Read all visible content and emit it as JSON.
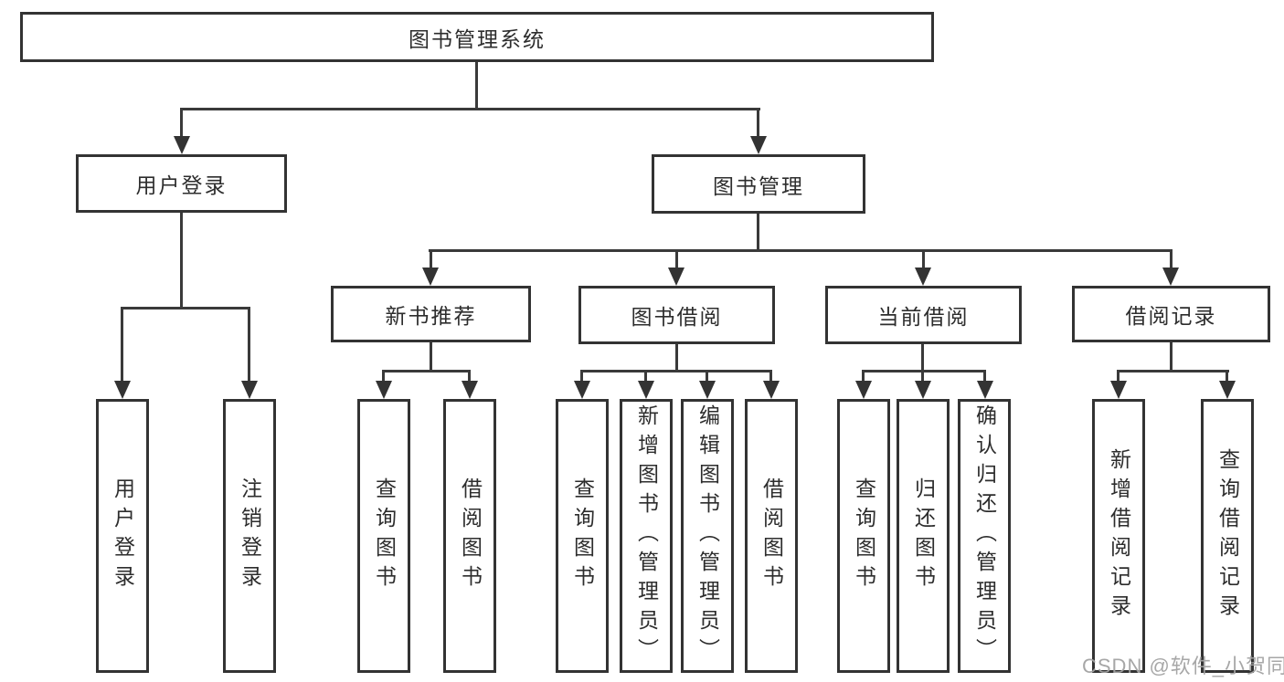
{
  "diagram": {
    "root": {
      "label": "图书管理系统"
    },
    "login": {
      "label": "用户登录",
      "children": [
        {
          "label": "用户登录"
        },
        {
          "label": "注销登录"
        }
      ]
    },
    "management": {
      "label": "图书管理",
      "children": [
        {
          "label": "新书推荐",
          "children": [
            {
              "label": "查询图书"
            },
            {
              "label": "借阅图书"
            }
          ]
        },
        {
          "label": "图书借阅",
          "children": [
            {
              "label": "查询图书"
            },
            {
              "label": "新增图书（管理员）"
            },
            {
              "label": "编辑图书（管理员）"
            },
            {
              "label": "借阅图书"
            }
          ]
        },
        {
          "label": "当前借阅",
          "children": [
            {
              "label": "查询图书"
            },
            {
              "label": "归还图书"
            },
            {
              "label": "确认归还（管理员）"
            }
          ]
        },
        {
          "label": "借阅记录",
          "children": [
            {
              "label": "新增借阅记录"
            },
            {
              "label": "查询借阅记录"
            }
          ]
        }
      ]
    },
    "watermark": "CSDN @软件_小贺同学",
    "colors": {
      "line": "#3a3a3a",
      "box_border": "#333333",
      "text": "#2d2d2d",
      "watermark": "#a2a2a2",
      "background": "#ffffff"
    }
  }
}
